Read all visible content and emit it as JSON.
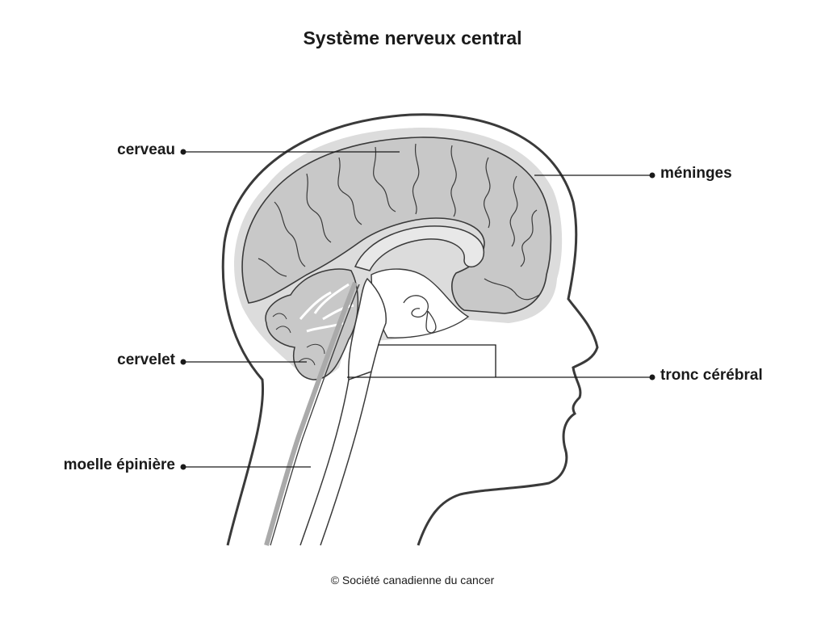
{
  "title": "Système nerveux central",
  "labels": {
    "cerveau": "cerveau",
    "meninges": "méninges",
    "cervelet": "cervelet",
    "tronc": "tronc cérébral",
    "moelle": "moelle épinière"
  },
  "credit": "© Société canadienne du cancer",
  "colors": {
    "outline": "#3a3a3a",
    "brain": "#c8c8c8",
    "halo": "#dcdcdc",
    "detail": "#e8e8e8"
  }
}
